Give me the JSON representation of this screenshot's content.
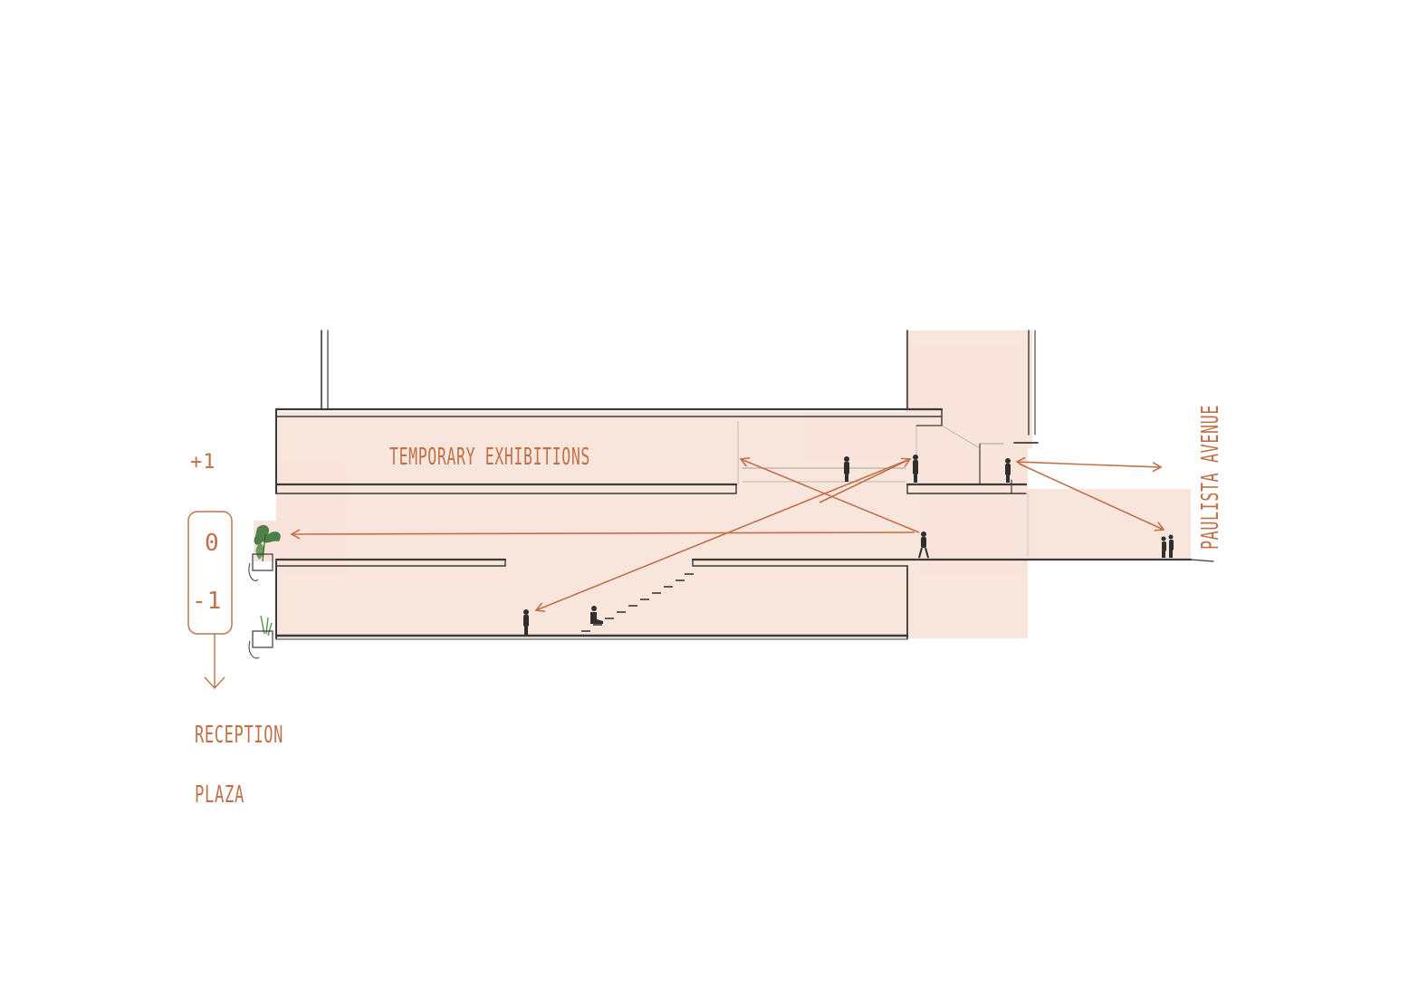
{
  "labels": {
    "temporary_exhibitions": "TEMPORARY EXHIBITIONS",
    "paulista_avenue": "PAULISTA AVENUE",
    "reception": "RECEPTION",
    "plaza": "PLAZA"
  },
  "levels": {
    "plus_one": "+1",
    "zero": "0",
    "minus_one": "-1"
  },
  "colors": {
    "ink": "#3a3a3a",
    "accent": "#c0714a",
    "wash": "#f6dccf",
    "plant": "#4e7f4a"
  }
}
